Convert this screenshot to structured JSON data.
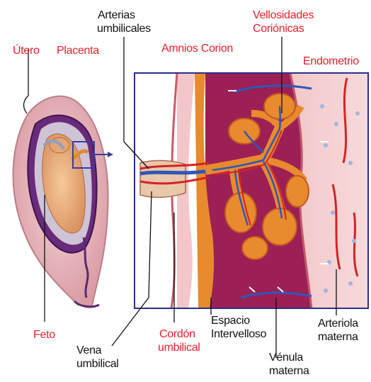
{
  "colors": {
    "label_red": "#e8202a",
    "label_black": "#111111",
    "frame_blue": "#2a2e8c",
    "maternal_blood": "#9c1f55",
    "villi_orange": "#e88a2e",
    "vein_blue": "#2f57b8",
    "artery_red": "#d42323",
    "uterus_pink": "#e9b8bd"
  },
  "labels": {
    "arterias_umbilicales": [
      "Arterias",
      "umbilicales"
    ],
    "vellosidades_corionicas": [
      "Vellosidades",
      "Coriónicas"
    ],
    "utero": "Útero",
    "placenta": "Placenta",
    "amnios_corion": "Amnios Corion",
    "endometrio": "Endometrio",
    "feto": "Feto",
    "cordon_umbilical": [
      "Cordón",
      "umbilical"
    ],
    "vena_umbilical": [
      "Vena",
      "umbilical"
    ],
    "espacio_intervelloso": [
      "Espacio",
      "Intervelloso"
    ],
    "arteriola_materna": [
      "Arteriola",
      "materna"
    ],
    "venula_materna": [
      "Vénula",
      "materna"
    ]
  }
}
